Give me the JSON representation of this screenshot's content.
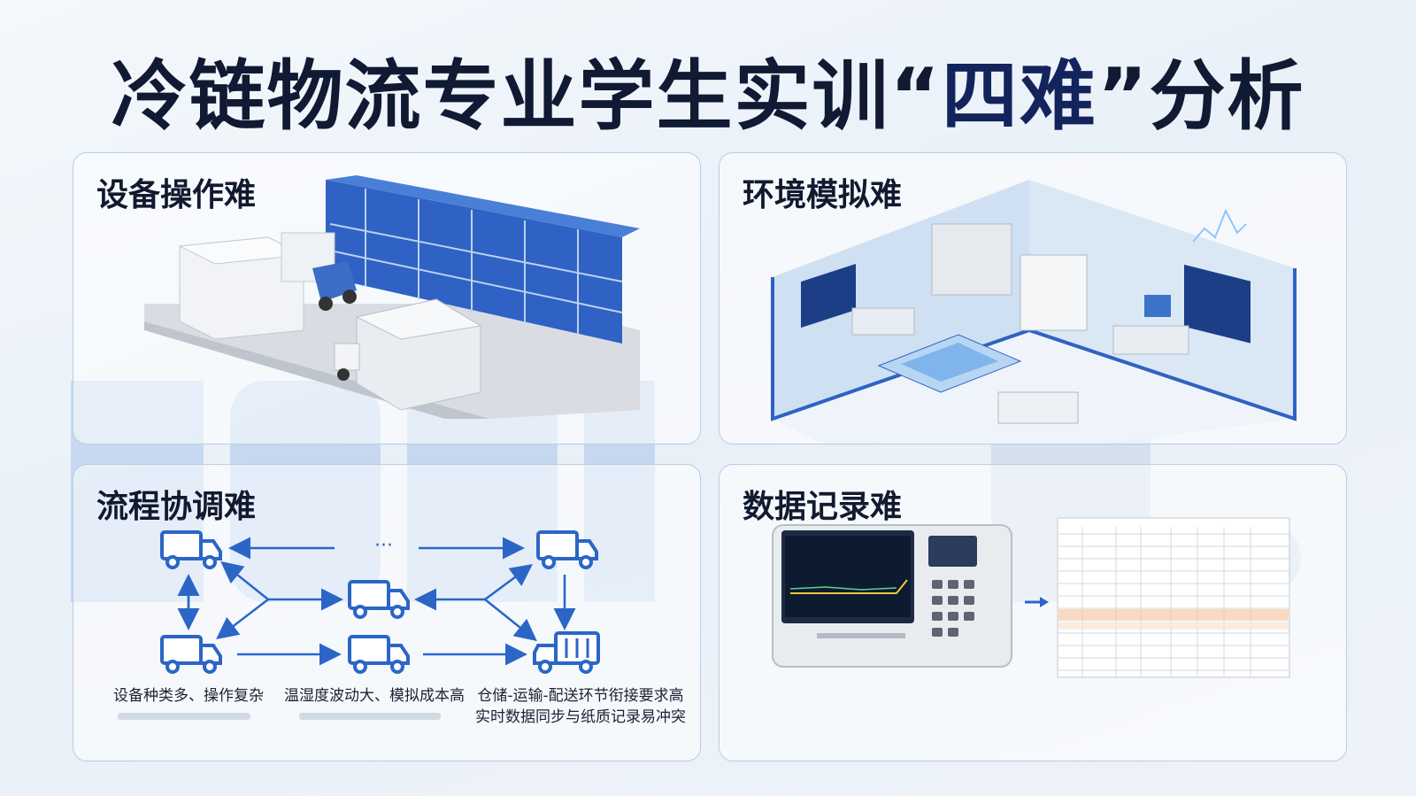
{
  "title": {
    "prefix": "冷链物流专业学生实训“",
    "accent": "四难",
    "suffix": "”分析"
  },
  "panels": {
    "equipment": {
      "title": "设备操作难"
    },
    "environment": {
      "title": "环境模拟难"
    },
    "process": {
      "title": "流程协调难",
      "ellipsis": "···",
      "captions": [
        "设备种类多、操作复杂",
        "温湿度波动大、模拟成本高",
        "仓储-运输-配送环节衔接要求高",
        "实时数据同步与纸质记录易冲突"
      ]
    },
    "data": {
      "title": "数据记录难"
    }
  },
  "colors": {
    "title": "#101a33",
    "accent_blue": "#2b66c7",
    "panel_border": "#b7cde6",
    "container_blue": "#2f62c4"
  },
  "icons": [
    "truck-icon",
    "refrigerated-truck-icon",
    "arrow-icon",
    "chart-icon"
  ]
}
